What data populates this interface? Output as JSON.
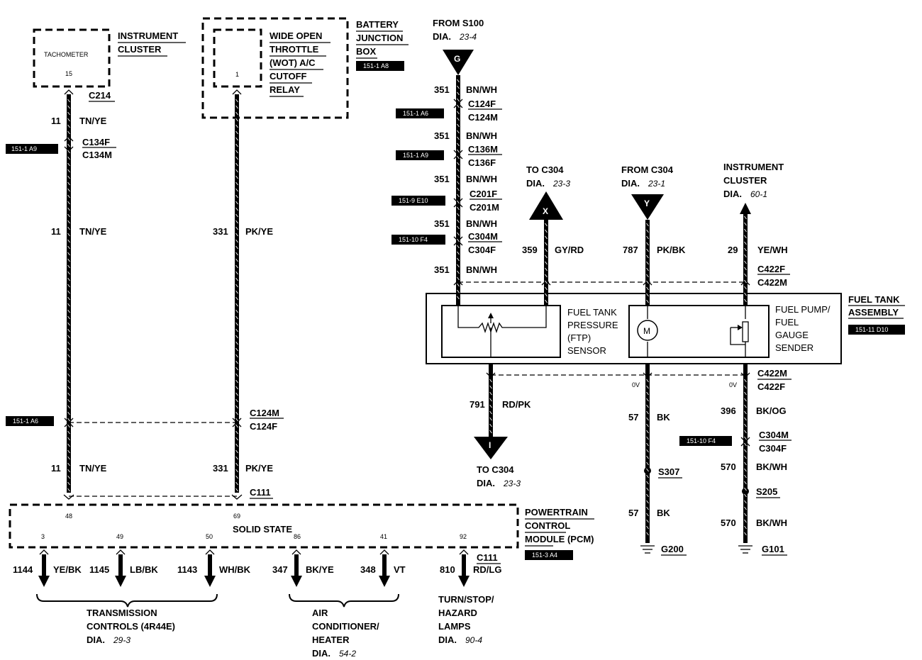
{
  "components": {
    "instrument_cluster": {
      "line1": "INSTRUMENT",
      "line2": "CLUSTER",
      "inner": "TACHOMETER",
      "pin": "15"
    },
    "battery_junction_box": {
      "line1": "BATTERY",
      "line2": "JUNCTION",
      "line3": "BOX",
      "ref": "151-1 A8"
    },
    "wot_relay": {
      "line1": "WIDE OPEN",
      "line2": "THROTTLE",
      "line3": "(WOT) A/C",
      "line4": "CUTOFF",
      "line5": "RELAY",
      "pin": "1"
    },
    "pcm": {
      "line1": "POWERTRAIN",
      "line2": "CONTROL",
      "line3": "MODULE (PCM)",
      "ref": "151-3 A4",
      "inner": "SOLID STATE",
      "pins": [
        "48",
        "69",
        "3",
        "49",
        "50",
        "86",
        "41",
        "92"
      ],
      "connector": "C111"
    },
    "fuel_tank_assembly": {
      "line1": "FUEL TANK",
      "line2": "ASSEMBLY",
      "ref": "151-11 D10"
    },
    "ftp_sensor": {
      "line1": "FUEL TANK",
      "line2": "PRESSURE",
      "line3": "(FTP)",
      "line4": "SENSOR"
    },
    "fuel_pump": {
      "line1": "FUEL PUMP/",
      "line2": "FUEL",
      "line3": "GAUGE",
      "line4": "SENDER",
      "motor": "M"
    }
  },
  "connectors": {
    "c214": "C214",
    "c134f": "C134F",
    "c134m": "C134M",
    "ref_c134": "151-1 A9",
    "c124m_left": "C124M",
    "c124f_left": "C124F",
    "ref_c124_left": "151-1 A6",
    "c111_left": "C111",
    "c124f_right": "C124F",
    "c124m_right": "C124M",
    "ref_c124_right": "151-1 A6",
    "c136m": "C136M",
    "c136f": "C136F",
    "ref_c136": "151-1 A9",
    "c201f": "C201F",
    "c201m": "C201M",
    "ref_c201": "151-9 E10",
    "c304m": "C304M",
    "c304f": "C304F",
    "ref_c304": "151-10 F4",
    "c422f_top": "C422F",
    "c422m_top": "C422M",
    "c422m_bot": "C422M",
    "c422f_bot": "C422F",
    "c304m_bot": "C304M",
    "c304f_bot": "C304F",
    "ref_c304_bot": "151-10 F4"
  },
  "wires": {
    "w11a": {
      "num": "11",
      "color": "TN/YE"
    },
    "w11b": {
      "num": "11",
      "color": "TN/YE"
    },
    "w11c": {
      "num": "11",
      "color": "TN/YE"
    },
    "w331a": {
      "num": "331",
      "color": "PK/YE"
    },
    "w331b": {
      "num": "331",
      "color": "PK/YE"
    },
    "w351a": {
      "num": "351",
      "color": "BN/WH"
    },
    "w351b": {
      "num": "351",
      "color": "BN/WH"
    },
    "w351c": {
      "num": "351",
      "color": "BN/WH"
    },
    "w351d": {
      "num": "351",
      "color": "BN/WH"
    },
    "w351e": {
      "num": "351",
      "color": "BN/WH"
    },
    "w359": {
      "num": "359",
      "color": "GY/RD"
    },
    "w787": {
      "num": "787",
      "color": "PK/BK"
    },
    "w29": {
      "num": "29",
      "color": "YE/WH"
    },
    "w791": {
      "num": "791",
      "color": "RD/PK"
    },
    "w57a": {
      "num": "57",
      "color": "BK"
    },
    "w57b": {
      "num": "57",
      "color": "BK"
    },
    "w396": {
      "num": "396",
      "color": "BK/OG"
    },
    "w570a": {
      "num": "570",
      "color": "BK/WH"
    },
    "w570b": {
      "num": "570",
      "color": "BK/WH"
    },
    "w1144": {
      "num": "1144",
      "color": "YE/BK"
    },
    "w1145": {
      "num": "1145",
      "color": "LB/BK"
    },
    "w1143": {
      "num": "1143",
      "color": "WH/BK"
    },
    "w347": {
      "num": "347",
      "color": "BK/YE"
    },
    "w348": {
      "num": "348",
      "color": "VT"
    },
    "w810": {
      "num": "810",
      "color": "RD/LG"
    }
  },
  "offpage": {
    "from_s100": {
      "line1": "FROM S100",
      "dia": "DIA.",
      "ref": "23-4",
      "letter": "G"
    },
    "to_c304_x": {
      "line1": "TO C304",
      "dia": "DIA.",
      "ref": "23-3",
      "letter": "X"
    },
    "from_c304_y": {
      "line1": "FROM C304",
      "dia": "DIA.",
      "ref": "23-1",
      "letter": "Y"
    },
    "inst_cluster": {
      "line1": "INSTRUMENT",
      "line2": "CLUSTER",
      "dia": "DIA.",
      "ref": "60-1"
    },
    "to_c304_i": {
      "line1": "TO C304",
      "dia": "DIA.",
      "ref": "23-3",
      "letter": "I"
    }
  },
  "voltages": {
    "v_left": "0V",
    "v_right": "0V"
  },
  "splices": {
    "s307": "S307",
    "s205": "S205"
  },
  "grounds": {
    "g200": "G200",
    "g101": "G101"
  },
  "destinations": {
    "transmission": {
      "line1": "TRANSMISSION",
      "line2": "CONTROLS (4R44E)",
      "dia": "DIA.",
      "ref": "29-3"
    },
    "aircon": {
      "line1": "AIR",
      "line2": "CONDITIONER/",
      "line3": "HEATER",
      "dia": "DIA.",
      "ref": "54-2"
    },
    "lamps": {
      "line1": "TURN/STOP/",
      "line2": "HAZARD",
      "line3": "LAMPS",
      "dia": "DIA.",
      "ref": "90-4"
    }
  }
}
